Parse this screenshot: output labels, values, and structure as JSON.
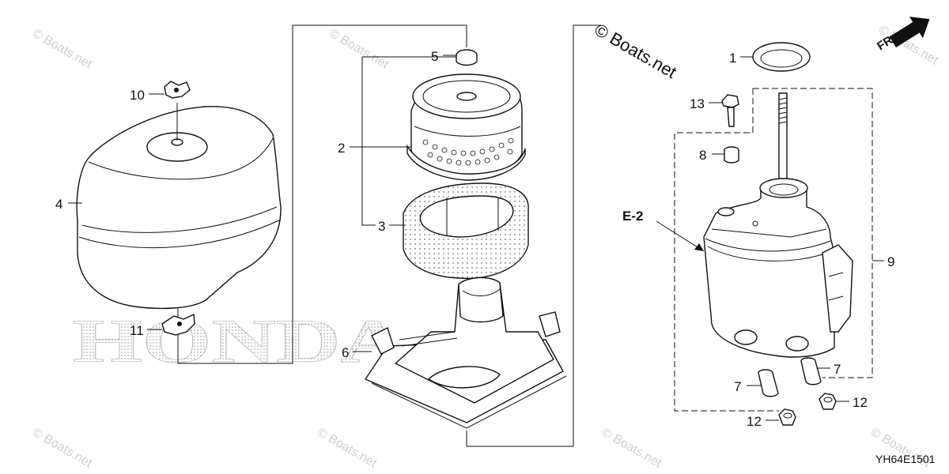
{
  "diagram": {
    "copyright_text": "© Boats.net",
    "watermark_text": "© Boats.net",
    "brand_text": "HONDA",
    "diagram_code": "YH64E1501",
    "direction_label": "FR.",
    "reference_label": "E-2",
    "callouts": {
      "c1": "1",
      "c2": "2",
      "c3": "3",
      "c4": "4",
      "c5": "5",
      "c6": "6",
      "c7a": "7",
      "c7b": "7",
      "c8": "8",
      "c9": "9",
      "c10": "10",
      "c11": "11",
      "c12a": "12",
      "c12b": "12",
      "c13": "13"
    }
  }
}
